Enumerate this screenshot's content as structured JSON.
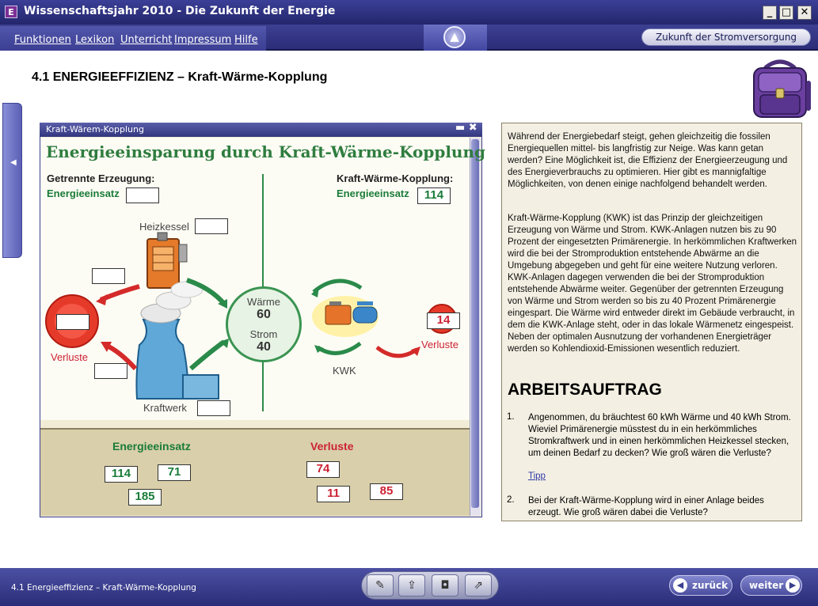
{
  "window": {
    "title": "Wissenschaftsjahr 2010 - Die Zukunft der Energie",
    "icon_letter": "E",
    "controls": [
      "_",
      "□",
      "✕"
    ]
  },
  "menu": {
    "items": [
      "Funktionen",
      "Lexikon",
      "Unterricht",
      "Impressum",
      "Hilfe"
    ],
    "up_icon": "arrow-up-icon",
    "right_button": "Zukunft der Stromversorgung"
  },
  "page": {
    "title": "4.1 ENERGIEEFFIZIENZ – Kraft-Wärme-Kopplung"
  },
  "inner_window": {
    "title": "Kraft-Wärem-Kopplung",
    "heading": "Energieeinsparung durch Kraft-Wärme-Kopplung",
    "left_heading": "Getrennte Erzeugung:",
    "left_energy_label": "Energieeinsatz",
    "heizkessel": "Heizkessel",
    "verluste_left": "Verluste",
    "kraftwerk": "Kraftwerk",
    "right_heading": "Kraft-Wärme-Kopplung:",
    "right_energy_label": "Energieeinsatz",
    "right_energy_value": "114",
    "circle": {
      "waerme_label": "Wärme",
      "waerme_value": "60",
      "strom_label": "Strom",
      "strom_value": "40"
    },
    "kwk": "KWK",
    "verluste_right": "Verluste",
    "verluste_right_value": "14",
    "bottom": {
      "energy_heading": "Energieeinsatz",
      "loss_heading": "Verluste",
      "energy_values": [
        "114",
        "71",
        "185"
      ],
      "loss_values": [
        "74",
        "11",
        "85"
      ]
    }
  },
  "text": {
    "p1": "Während der Energiebedarf steigt, gehen gleichzeitig die fossilen Energiequellen mittel- bis langfristig zur Neige. Was kann getan werden? Eine Möglichkeit ist, die Effizienz der Energieerzeugung und des Energieverbrauchs zu optimieren. Hier gibt es mannigfaltige Möglichkeiten, von denen einige nachfolgend behandelt werden.",
    "p2": "Kraft-Wärme-Kopplung (KWK) ist das Prinzip der gleichzeitigen Erzeugung von Wärme und Strom. KWK-Anlagen nutzen bis zu 90 Prozent der eingesetzten Primärenergie. In herkömmlichen Kraftwerken wird die bei der Stromproduktion entstehende Abwärme an die Umgebung abgegeben und geht für eine weitere Nutzung verloren. KWK-Anlagen dagegen verwenden die bei der Stromproduktion entstehende Abwärme weiter. Gegenüber der getrennten Erzeugung von Wärme und Strom werden so bis zu 40 Prozent Primärenergie eingespart. Die Wärme wird entweder direkt im Gebäude verbraucht, in dem die KWK-Anlage steht, oder in das lokale Wärmenetz eingespeist. Neben der optimalen Ausnutzung der vorhandenen Energieträger werden so Kohlendioxid-Emissionen wesentlich reduziert.",
    "task_heading": "ARBEITSAUFTRAG",
    "task1_num": "1.",
    "task1": "Angenommen, du bräuchtest 60 kWh Wärme und 40 kWh Strom. Wieviel Primärenergie müsstest du in ein herkömmliches Stromkraftwerk und in einen herkömmlichen Heizkessel stecken, um deinen Bedarf zu decken? Wie groß wären die Verluste?",
    "tipp": "Tipp",
    "task2_num": "2.",
    "task2": "Bei der Kraft-Wärme-Kopplung wird in einer Anlage beides erzeugt. Wie groß wären dabei die Verluste?"
  },
  "footer": {
    "breadcrumb": "4.1 Energieeffizienz – Kraft-Wärme-Kopplung",
    "back": "zurück",
    "next": "weiter"
  },
  "colors": {
    "titlebar": "#2a2d75",
    "menubar": "#3b3e91",
    "green": "#1a7c39",
    "red": "#cc2233",
    "panel": "#f3efe2"
  }
}
